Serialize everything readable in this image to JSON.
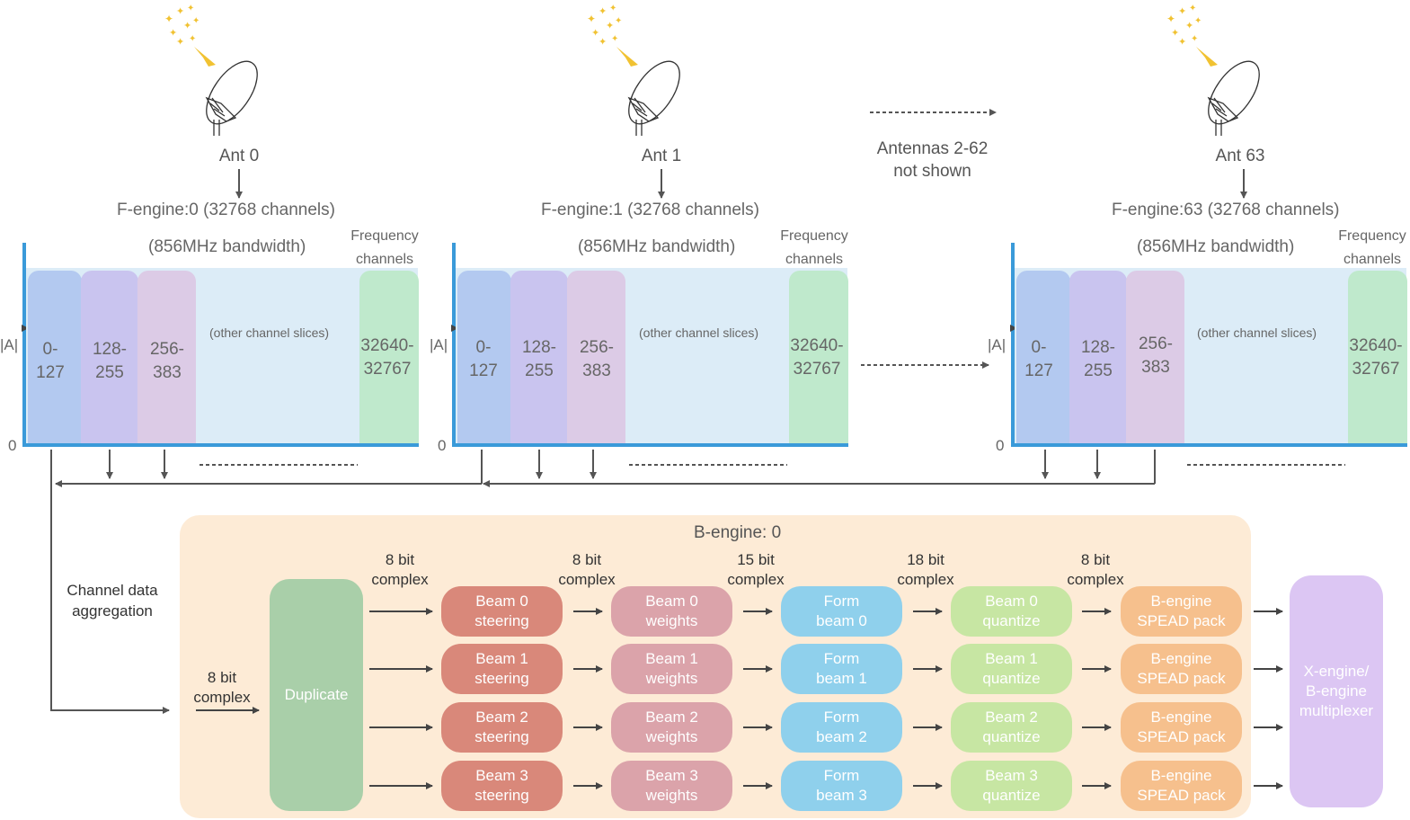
{
  "antennas": [
    {
      "label": "Ant 0",
      "fengine": "F-engine:0 (32768 channels)",
      "bandwidth": "(856MHz bandwidth)",
      "freq_label": "Frequency\nchannels",
      "axis_top": "|A|",
      "axis_zero": "0",
      "slices": [
        {
          "label": "0-\n127"
        },
        {
          "label": "128-\n255"
        },
        {
          "label": "256-\n383"
        },
        {
          "label": "32640-\n32767"
        }
      ],
      "other": "(other channel slices)"
    },
    {
      "label": "Ant 1",
      "fengine": "F-engine:1 (32768 channels)",
      "bandwidth": "(856MHz bandwidth)",
      "freq_label": "Frequency\nchannels",
      "axis_top": "|A|",
      "axis_zero": "0",
      "slices": [
        {
          "label": "0-\n127"
        },
        {
          "label": "128-\n255"
        },
        {
          "label": "256-\n383"
        },
        {
          "label": "32640-\n32767"
        }
      ],
      "other": "(other channel slices)"
    },
    {
      "label": "Ant 63",
      "fengine": "F-engine:63 (32768 channels)",
      "bandwidth": "(856MHz bandwidth)",
      "freq_label": "Frequency\nchannels",
      "axis_top": "|A|",
      "axis_zero": "0",
      "slices": [
        {
          "label": "0-\n127"
        },
        {
          "label": "128-\n255"
        },
        {
          "label": "256-\n383"
        },
        {
          "label": "32640-\n32767"
        }
      ],
      "other": "(other channel slices)"
    }
  ],
  "not_shown": "Antennas 2-62\nnot shown",
  "channel_aggregation": "Channel data\naggregation",
  "bengine": {
    "title": "B-engine: 0",
    "input_bits": "8 bit\ncomplex",
    "duplicate": "Duplicate",
    "bit_labels": [
      "8 bit\ncomplex",
      "8 bit\ncomplex",
      "15 bit\ncomplex",
      "18 bit\ncomplex",
      "8 bit\ncomplex"
    ],
    "beams": [
      {
        "steering": "Beam 0\nsteering",
        "weights": "Beam 0\nweights",
        "form": "Form\nbeam 0",
        "quantize": "Beam 0\nquantize",
        "spead": "B-engine\nSPEAD pack"
      },
      {
        "steering": "Beam 1\nsteering",
        "weights": "Beam 1\nweights",
        "form": "Form\nbeam 1",
        "quantize": "Beam 1\nquantize",
        "spead": "B-engine\nSPEAD pack"
      },
      {
        "steering": "Beam 2\nsteering",
        "weights": "Beam 2\nweights",
        "form": "Form\nbeam 2",
        "quantize": "Beam 2\nquantize",
        "spead": "B-engine\nSPEAD pack"
      },
      {
        "steering": "Beam 3\nsteering",
        "weights": "Beam 3\nweights",
        "form": "Form\nbeam 3",
        "quantize": "Beam 3\nquantize",
        "spead": "B-engine\nSPEAD pack"
      }
    ],
    "multiplexer": "X-engine/\nB-engine\nmultiplexer"
  },
  "colors": {
    "axis": "#3a9ad9",
    "band_bg": "#dcecf7",
    "slice0": "#b3c9f0",
    "slice1": "#c9c4ef",
    "slice2": "#dccbe6",
    "slice_last": "#bfe9cc",
    "steering": "#d9887a",
    "weights": "#dba3aa",
    "form": "#8fd0ec",
    "quantize": "#c7e6a3",
    "spead": "#f6c08d",
    "duplicate": "#a9cfa9",
    "mux": "#dcc6f3",
    "panel": "#fdebd6"
  }
}
